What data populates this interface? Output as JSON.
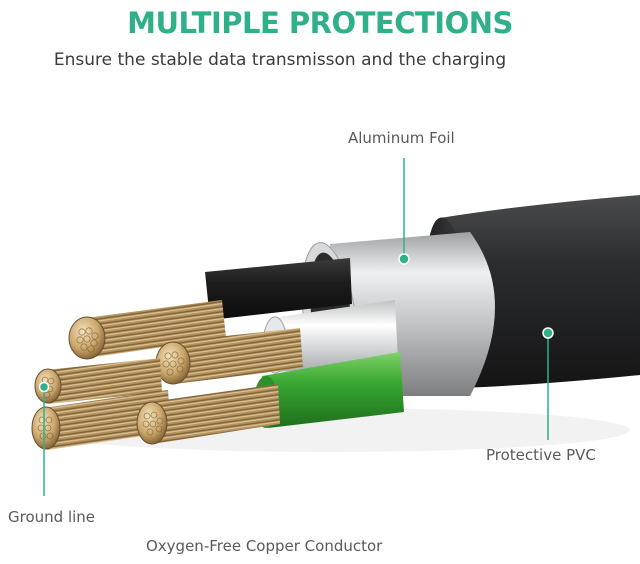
{
  "header": {
    "title": "MULTIPLE PROTECTIONS",
    "subtitle": "Ensure the stable data transmisson and the charging"
  },
  "callouts": {
    "aluminum_foil": "Aluminum Foil",
    "protective_pvc": "Protective PVC",
    "ground_line": "Ground line",
    "copper_conductor": "Oxygen-Free Copper Conductor"
  },
  "colors": {
    "accent": "#2fb08a",
    "pvc_jacket": "#2e2f31",
    "foil": "#c9cacb",
    "copper": "#c9a66a",
    "green_wire": "#39a734",
    "black_wire": "#1f1f1f"
  }
}
